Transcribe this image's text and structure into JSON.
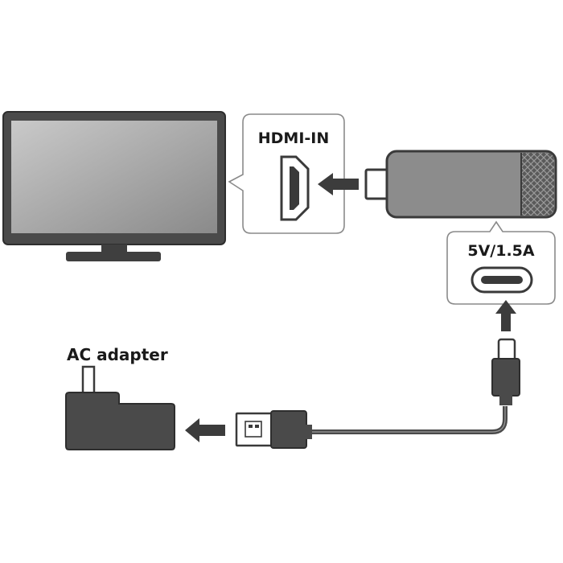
{
  "labels": {
    "hdmi_in": "HDMI-IN",
    "power_rating": "5V/1.5A",
    "ac_adapter": "AC adapter"
  },
  "colors": {
    "device_dark": "#4a4a4a",
    "outline": "#3a3a3a",
    "screen_light": "#bdbdbd",
    "screen_dark": "#8f8f8f",
    "stick_body": "#8c8c8c",
    "callout_fill": "#ffffff",
    "callout_stroke": "#8a8a8a",
    "arrow": "#3c3c3c",
    "cable": "#4a4a4a"
  },
  "icons": [
    "tv-monitor",
    "hdmi-port-icon",
    "streaming-stick",
    "usb-c-port-icon",
    "usb-c-plug",
    "usb-a-plug",
    "ac-adapter-icon"
  ]
}
